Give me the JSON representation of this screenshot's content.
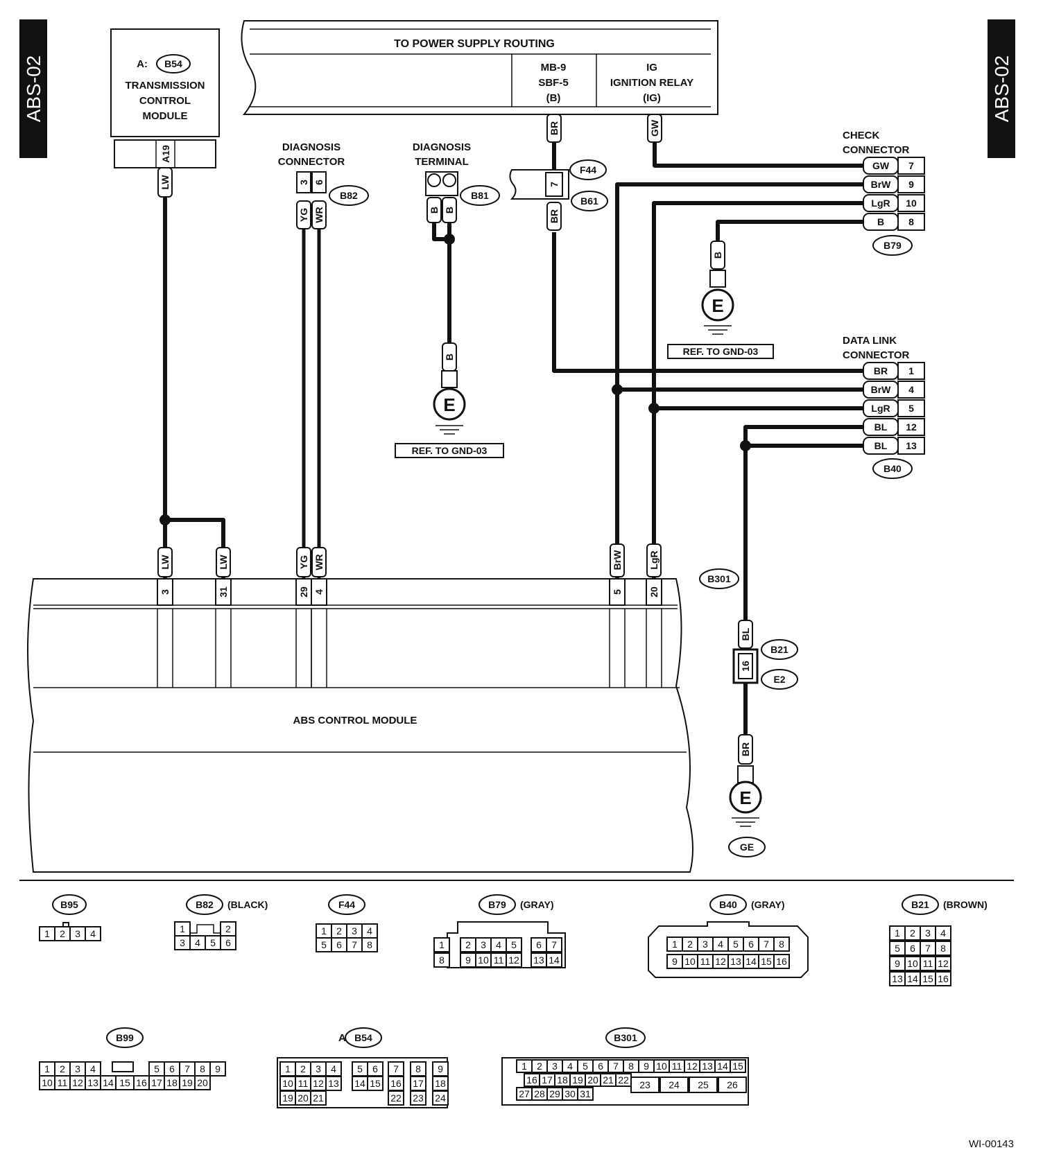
{
  "tabs": {
    "left": "ABS-02",
    "right": "ABS-02"
  },
  "power": {
    "title": "TO POWER SUPPLY ROUTING",
    "mb": "MB-9",
    "sbf": "SBF-5",
    "mb_sub": "(B)",
    "ig": "IG",
    "ig_relay": "IGNITION RELAY",
    "ig_sub": "(IG)"
  },
  "tcm": {
    "prefix": "A:",
    "id": "B54",
    "line1": "TRANSMISSION",
    "line2": "CONTROL",
    "line3": "MODULE",
    "pin": "A19"
  },
  "diag_conn": {
    "line1": "DIAGNOSIS",
    "line2": "CONNECTOR",
    "id": "B82",
    "pins": [
      "3",
      "6"
    ]
  },
  "diag_term": {
    "line1": "DIAGNOSIS",
    "line2": "TERMINAL",
    "id": "B81"
  },
  "f44": {
    "id": "F44",
    "b61": "B61",
    "pin": "7"
  },
  "check_conn": {
    "line1": "CHECK",
    "line2": "CONNECTOR",
    "id": "B79",
    "rows": [
      {
        "c": "GW",
        "p": "7"
      },
      {
        "c": "BrW",
        "p": "9"
      },
      {
        "c": "LgR",
        "p": "10"
      },
      {
        "c": "B",
        "p": "8"
      }
    ]
  },
  "dlc": {
    "line1": "DATA LINK",
    "line2": "CONNECTOR",
    "id": "B40",
    "rows": [
      {
        "c": "BR",
        "p": "1"
      },
      {
        "c": "BrW",
        "p": "4"
      },
      {
        "c": "LgR",
        "p": "5"
      },
      {
        "c": "BL",
        "p": "12"
      },
      {
        "c": "BL",
        "p": "13"
      }
    ]
  },
  "wires": {
    "lw": "LW",
    "yg": "YG",
    "wr": "WR",
    "b": "B",
    "br": "BR",
    "gw": "GW",
    "brw": "BrW",
    "lgr": "LgR",
    "bl": "BL"
  },
  "abs": {
    "title": "ABS CONTROL MODULE",
    "conn": "B301",
    "pins": [
      "3",
      "31",
      "29",
      "4",
      "5",
      "20"
    ]
  },
  "b21": {
    "id": "B21",
    "e2": "E2",
    "pin": "16"
  },
  "ground": {
    "e": "E",
    "ref": "REF. TO GND-03",
    "ge": "GE"
  },
  "connectors": {
    "b95": {
      "id": "B95",
      "pins": [
        "1",
        "2",
        "3",
        "4"
      ]
    },
    "b82": {
      "id": "B82",
      "color": "(BLACK)",
      "row1": [
        "1",
        "2"
      ],
      "row2": [
        "3",
        "4",
        "5",
        "6"
      ]
    },
    "f44": {
      "id": "F44",
      "row1": [
        "1",
        "2",
        "3",
        "4"
      ],
      "row2": [
        "5",
        "6",
        "7",
        "8"
      ]
    },
    "b79": {
      "id": "B79",
      "color": "(GRAY)",
      "row1": [
        "1",
        "2",
        "3",
        "4",
        "5",
        "6",
        "7"
      ],
      "row2": [
        "8",
        "9",
        "10",
        "11",
        "12",
        "13",
        "14"
      ]
    },
    "b40": {
      "id": "B40",
      "color": "(GRAY)",
      "row1": [
        "1",
        "2",
        "3",
        "4",
        "5",
        "6",
        "7",
        "8"
      ],
      "row2": [
        "9",
        "10",
        "11",
        "12",
        "13",
        "14",
        "15",
        "16"
      ]
    },
    "b21": {
      "id": "B21",
      "color": "(BROWN)",
      "rows": [
        [
          "1",
          "2",
          "3",
          "4"
        ],
        [
          "5",
          "6",
          "7",
          "8"
        ],
        [
          "9",
          "10",
          "11",
          "12"
        ],
        [
          "13",
          "14",
          "15",
          "16"
        ]
      ]
    },
    "b99": {
      "id": "B99",
      "row1": [
        "1",
        "2",
        "3",
        "4",
        "5",
        "6",
        "7",
        "8",
        "9"
      ],
      "row2": [
        "10",
        "11",
        "12",
        "13",
        "14",
        "15",
        "16",
        "17",
        "18",
        "19",
        "20"
      ]
    },
    "b54": {
      "prefix": "A:",
      "id": "B54",
      "row1": [
        "1",
        "2",
        "3",
        "4",
        "5",
        "6",
        "7",
        "8",
        "9"
      ],
      "row2": [
        "10",
        "11",
        "12",
        "13",
        "14",
        "15",
        "16",
        "17",
        "18"
      ],
      "row3": [
        "19",
        "20",
        "21",
        "22",
        "23",
        "24"
      ]
    },
    "b301": {
      "id": "B301",
      "row1": [
        "1",
        "2",
        "3",
        "4",
        "5",
        "6",
        "7",
        "8",
        "9",
        "10",
        "11",
        "12",
        "13",
        "14",
        "15"
      ],
      "row2": [
        "16",
        "17",
        "18",
        "19",
        "20",
        "21",
        "22"
      ],
      "row3": [
        "27",
        "28",
        "29",
        "30",
        "31"
      ],
      "big": [
        "23",
        "24",
        "25",
        "26"
      ]
    }
  },
  "footer": {
    "code": "WI-00143"
  }
}
